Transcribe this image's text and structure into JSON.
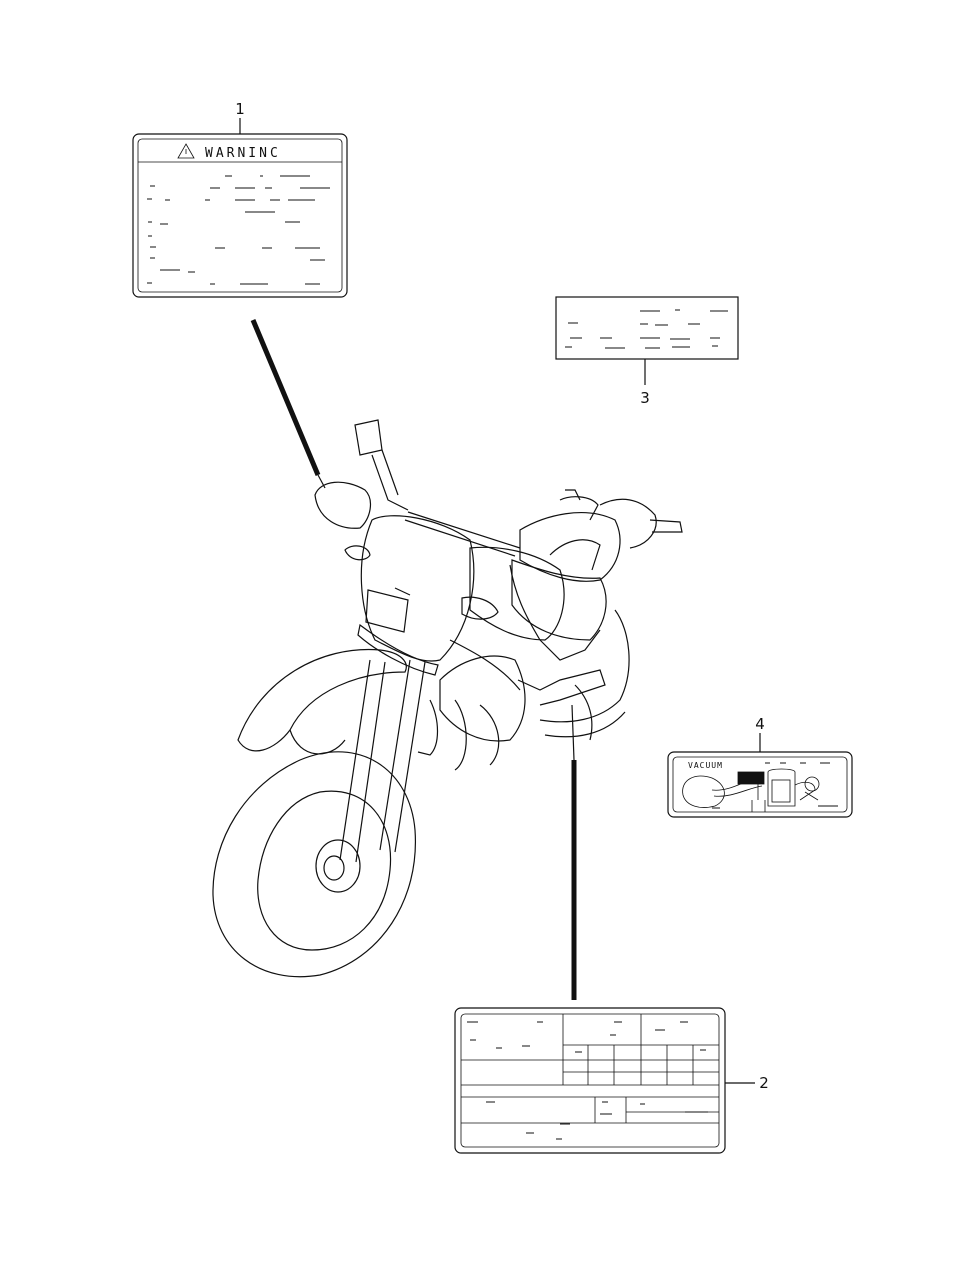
{
  "parts": [
    {
      "number": "1",
      "text": "WARNINC"
    },
    {
      "number": "2"
    },
    {
      "number": "3"
    },
    {
      "number": "4",
      "text": "VACUUM"
    }
  ]
}
